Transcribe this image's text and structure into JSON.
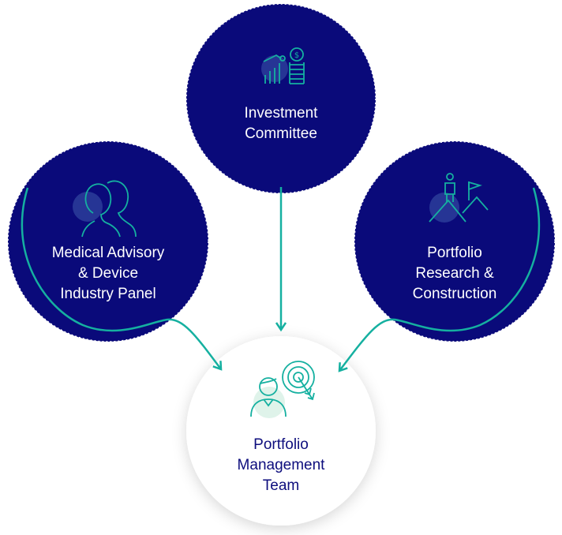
{
  "nodes": {
    "investment": {
      "label": "Investment\nCommittee",
      "icon": "chart-coins-icon"
    },
    "medical": {
      "label": "Medical Advisory\n& Device\nIndustry Panel",
      "icon": "people-icon"
    },
    "research": {
      "label": "Portfolio\nResearch &\nConstruction",
      "icon": "summit-flag-icon"
    },
    "pmt": {
      "label": "Portfolio\nManagement\nTeam",
      "icon": "person-target-icon"
    }
  },
  "colors": {
    "circle_fill": "#0a0a7a",
    "accent": "#15b0a0",
    "text_dark": "#0d0d7d",
    "center_fill": "#ffffff"
  }
}
